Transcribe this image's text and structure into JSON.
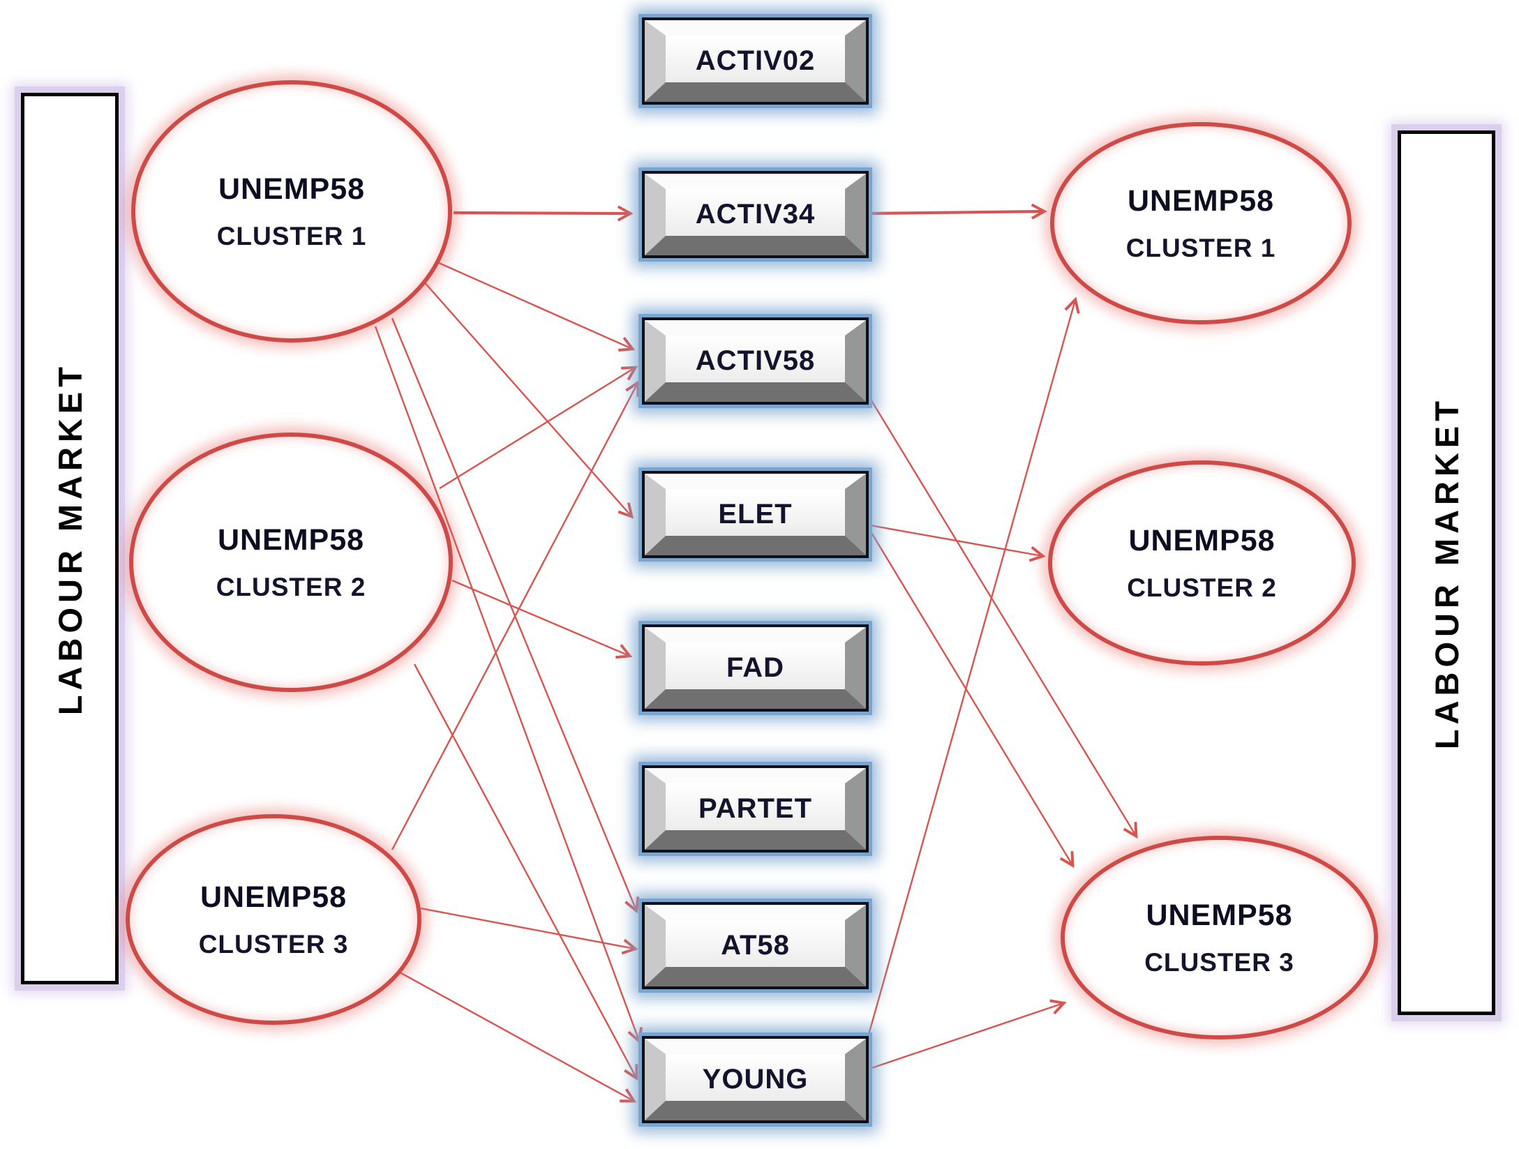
{
  "diagram": {
    "left_bar": {
      "label": "LABOUR MARKET"
    },
    "right_bar": {
      "label": "LABOUR MARKET"
    },
    "left_clusters": [
      {
        "name": "UNEMP58",
        "cluster": "CLUSTER 1"
      },
      {
        "name": "UNEMP58",
        "cluster": "CLUSTER 2"
      },
      {
        "name": "UNEMP58",
        "cluster": "CLUSTER 3"
      }
    ],
    "right_clusters": [
      {
        "name": "UNEMP58",
        "cluster": "CLUSTER 1"
      },
      {
        "name": "UNEMP58",
        "cluster": "CLUSTER 2"
      },
      {
        "name": "UNEMP58",
        "cluster": "CLUSTER 3"
      }
    ],
    "programs": [
      "ACTIV02",
      "ACTIV34",
      "ACTIV58",
      "ELET",
      "FAD",
      "PARTET",
      "AT58",
      "YOUNG"
    ],
    "edges": [
      {
        "from": "left-cluster-1",
        "to": "ACTIV34"
      },
      {
        "from": "left-cluster-1",
        "to": "ACTIV58"
      },
      {
        "from": "left-cluster-1",
        "to": "ELET"
      },
      {
        "from": "left-cluster-1",
        "to": "AT58"
      },
      {
        "from": "left-cluster-1",
        "to": "YOUNG"
      },
      {
        "from": "left-cluster-2",
        "to": "ACTIV58"
      },
      {
        "from": "left-cluster-2",
        "to": "FAD"
      },
      {
        "from": "left-cluster-2",
        "to": "YOUNG"
      },
      {
        "from": "left-cluster-3",
        "to": "ACTIV58"
      },
      {
        "from": "left-cluster-3",
        "to": "AT58"
      },
      {
        "from": "left-cluster-3",
        "to": "YOUNG"
      },
      {
        "from": "ACTIV34",
        "to": "right-cluster-1"
      },
      {
        "from": "ACTIV58",
        "to": "right-cluster-3"
      },
      {
        "from": "ELET",
        "to": "right-cluster-2"
      },
      {
        "from": "ELET",
        "to": "right-cluster-3"
      },
      {
        "from": "YOUNG",
        "to": "right-cluster-1"
      },
      {
        "from": "YOUNG",
        "to": "right-cluster-3"
      }
    ],
    "colors": {
      "arrow": "#d85450",
      "ellipse_stroke": "#cf4a46",
      "button_glow": "#79a5ce",
      "bar_glow": "#dbcfec"
    }
  }
}
